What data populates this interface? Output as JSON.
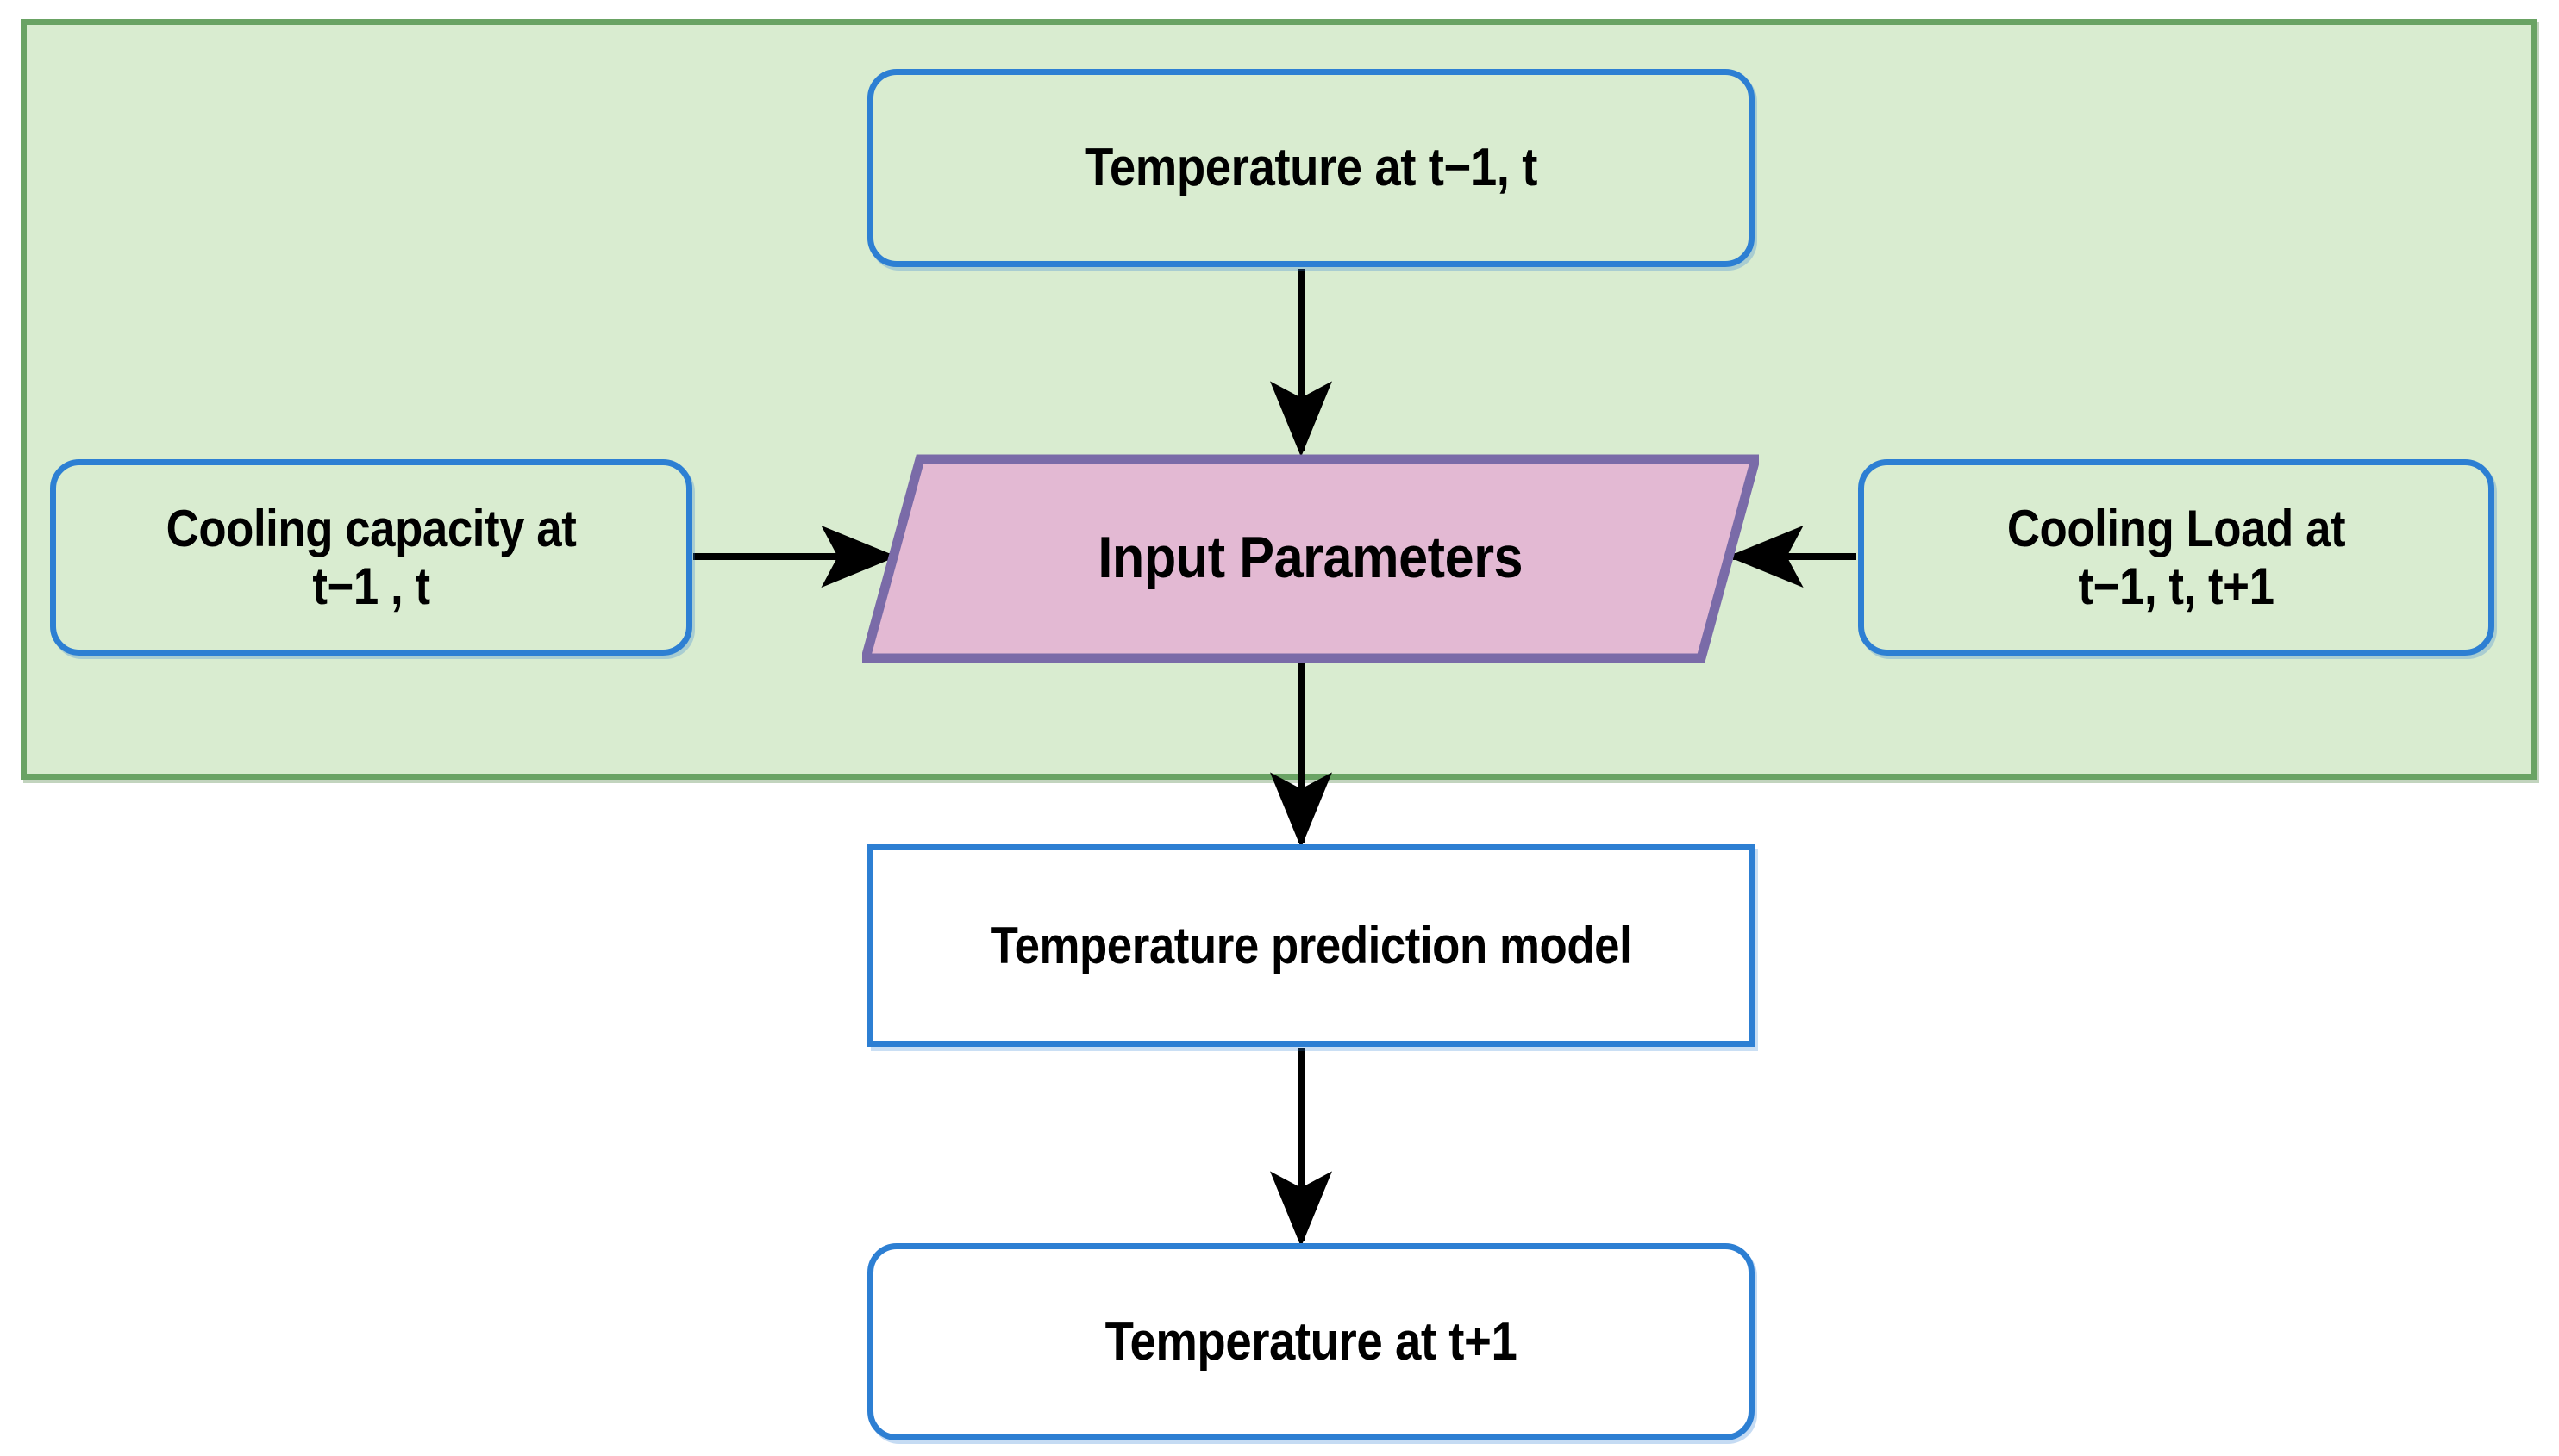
{
  "diagram": {
    "title": "Temperature prediction model flowchart",
    "colors": {
      "group_fill": "#d9ecd0",
      "group_border": "#6aa364",
      "node_border_blue": "#2d7fd3",
      "parallelogram_fill": "#e3b9d3",
      "parallelogram_border": "#7a6ba8",
      "arrow": "#000000",
      "text": "#000000",
      "page_background": "#ffffff"
    },
    "group": {
      "name": "input-parameters-group",
      "label": ""
    },
    "nodes": {
      "temperature_input": {
        "label": "Temperature at t−1, t",
        "shape": "rounded-rectangle",
        "fill": "#d9ecd0",
        "border": "#2d7fd3"
      },
      "cooling_capacity": {
        "label": "Cooling capacity at\nt−1 ,  t",
        "shape": "rounded-rectangle",
        "fill": "#d9ecd0",
        "border": "#2d7fd3"
      },
      "cooling_load": {
        "label": "Cooling Load at\nt−1, t, t+1",
        "shape": "rounded-rectangle",
        "fill": "#d9ecd0",
        "border": "#2d7fd3"
      },
      "input_parameters": {
        "label": "Input Parameters",
        "shape": "parallelogram",
        "fill": "#e3b9d3",
        "border": "#7a6ba8"
      },
      "prediction_model": {
        "label": "Temperature prediction model",
        "shape": "rectangle",
        "fill": "#ffffff",
        "border": "#2d7fd3"
      },
      "temperature_output": {
        "label": "Temperature at t+1",
        "shape": "rounded-rectangle",
        "fill": "#ffffff",
        "border": "#2d7fd3"
      }
    },
    "edges": [
      {
        "name": "edge-temperature-input-to-input-parameters",
        "from": "temperature_input",
        "to": "input_parameters",
        "direction": "down",
        "label": ""
      },
      {
        "name": "edge-cooling-capacity-to-input-parameters",
        "from": "cooling_capacity",
        "to": "input_parameters",
        "direction": "right",
        "label": ""
      },
      {
        "name": "edge-cooling-load-to-input-parameters",
        "from": "cooling_load",
        "to": "input_parameters",
        "direction": "left",
        "label": ""
      },
      {
        "name": "edge-input-parameters-to-prediction-model",
        "from": "input_parameters",
        "to": "prediction_model",
        "direction": "down",
        "label": ""
      },
      {
        "name": "edge-prediction-model-to-temperature-output",
        "from": "prediction_model",
        "to": "temperature_output",
        "direction": "down",
        "label": ""
      }
    ]
  }
}
